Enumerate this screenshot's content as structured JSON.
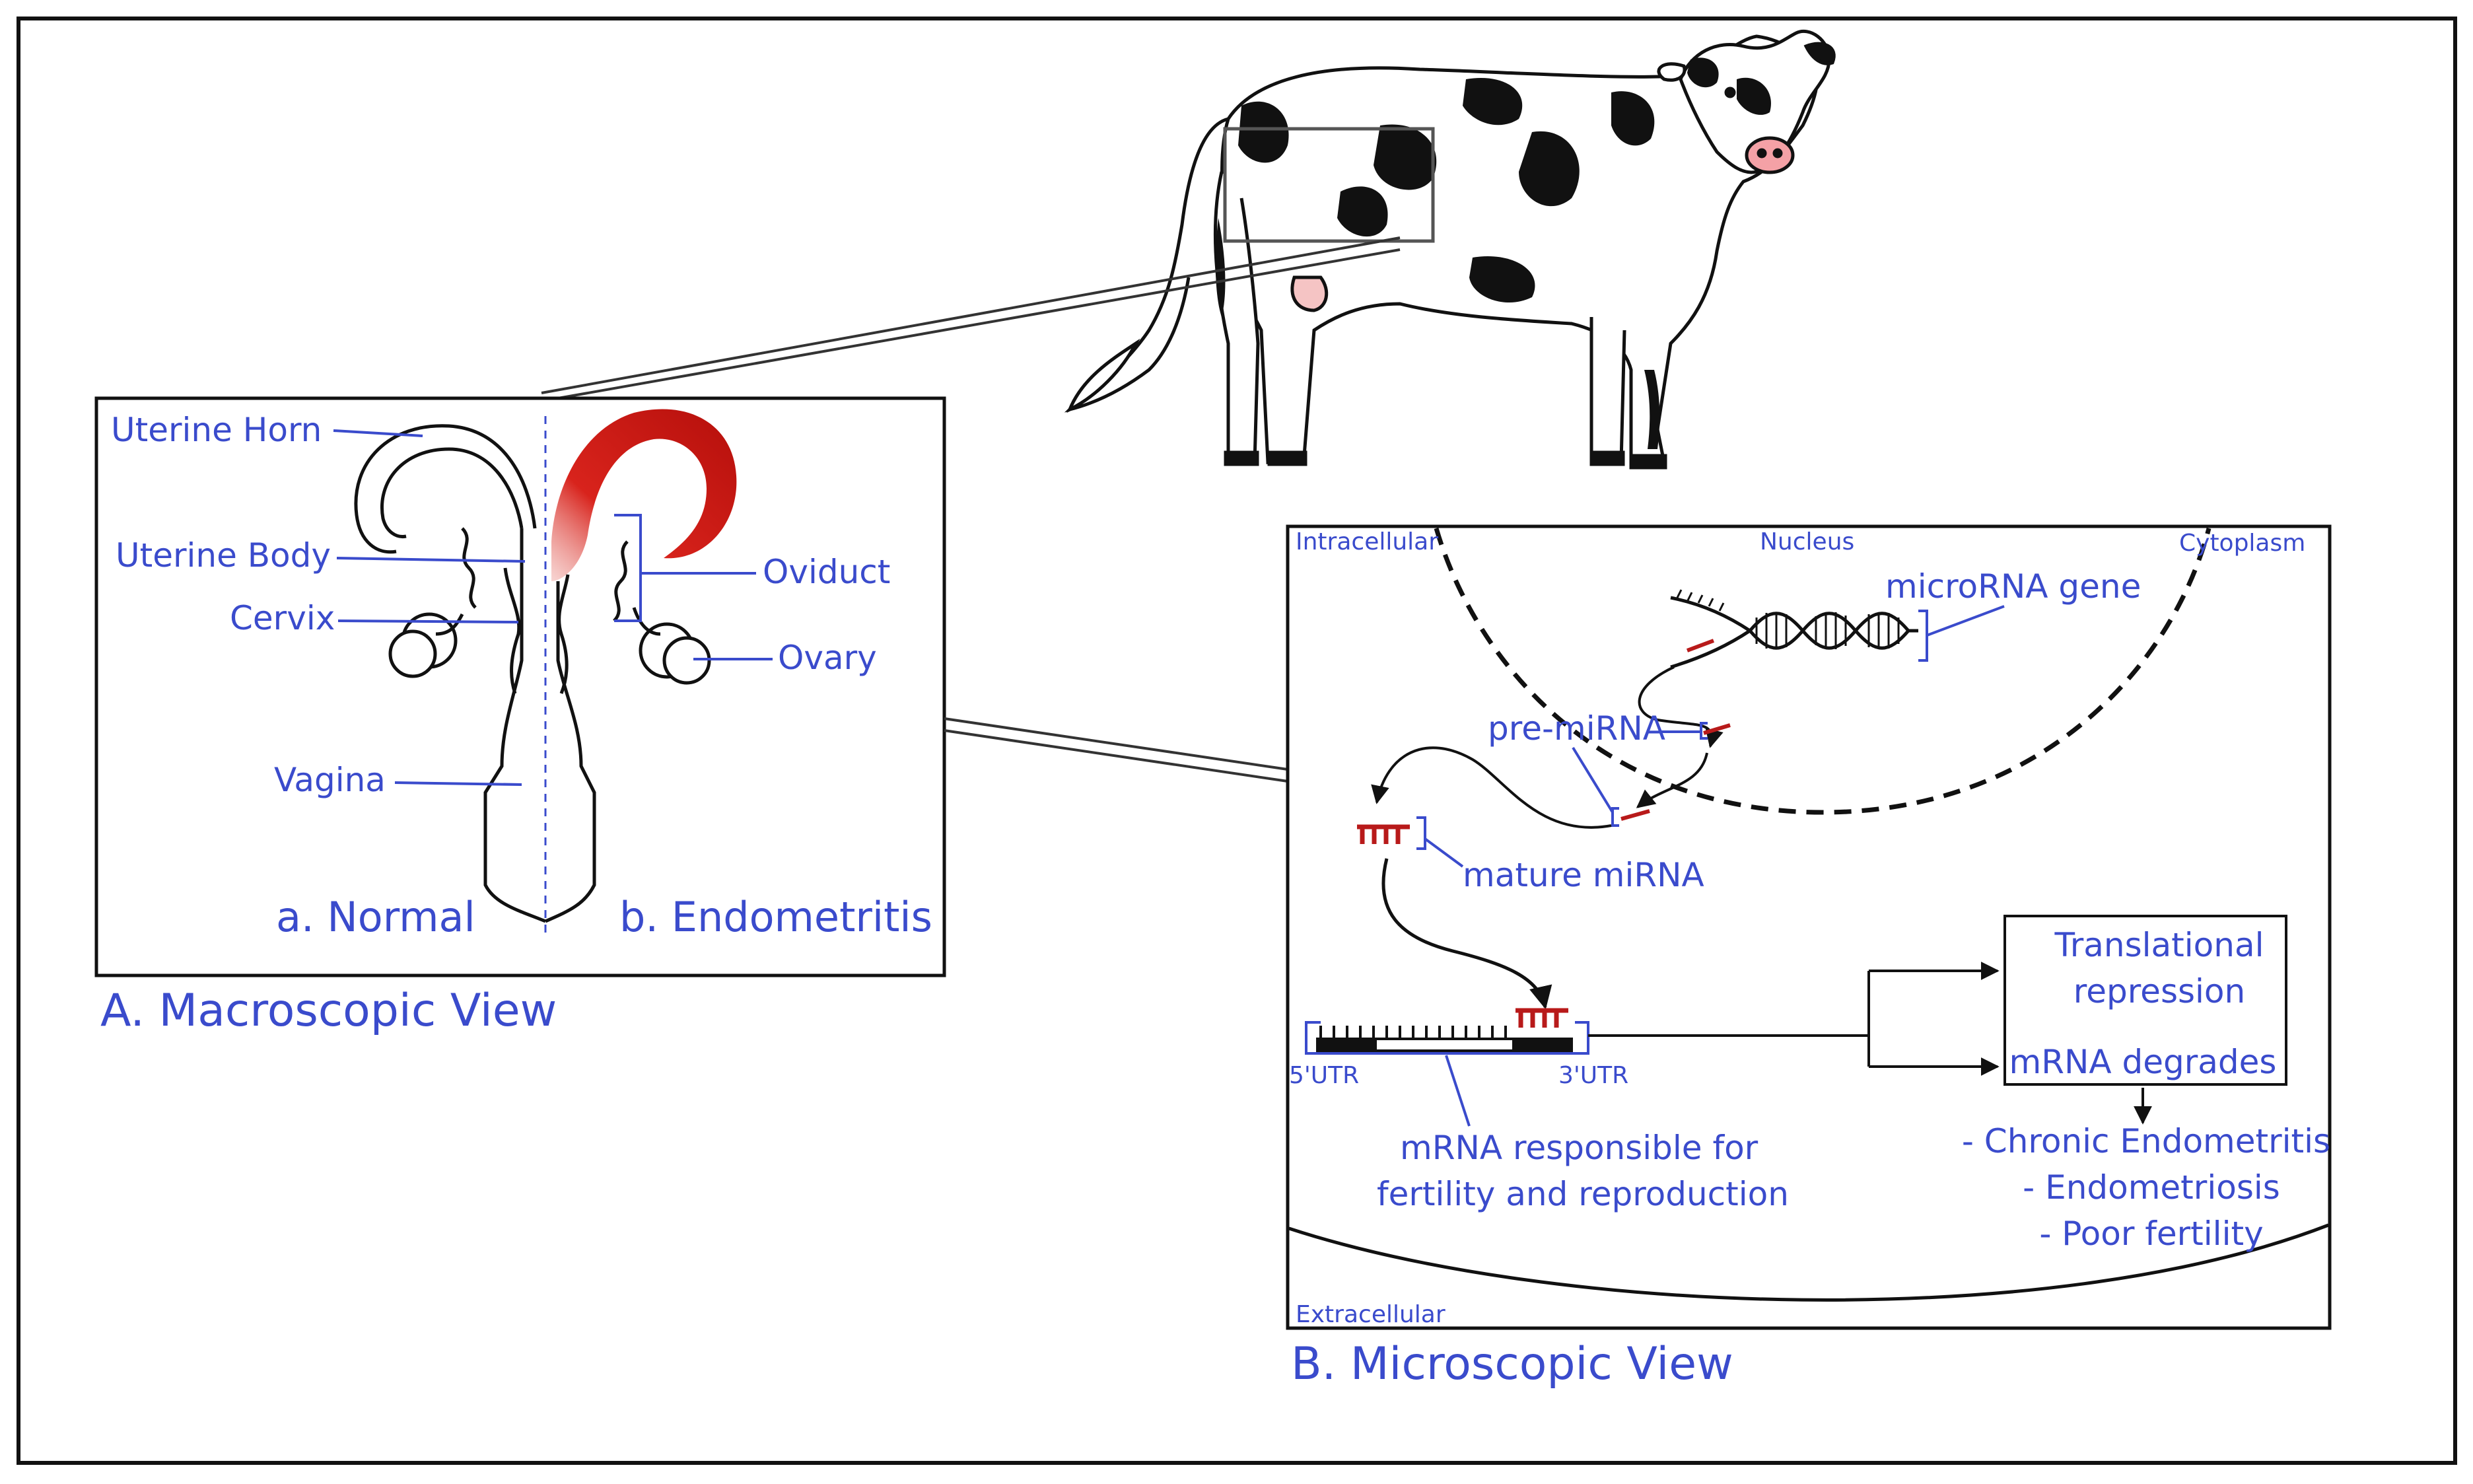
{
  "macroscopic": {
    "title": "A. Macroscopic View",
    "labels": {
      "uterine_horn": "Uterine Horn",
      "uterine_body": "Uterine Body",
      "cervix": "Cervix",
      "vagina": "Vagina",
      "oviduct": "Oviduct",
      "ovary": "Ovary"
    },
    "captions": {
      "normal": "a. Normal",
      "endometritis": "b. Endometritis"
    }
  },
  "microscopic": {
    "title": "B. Microscopic View",
    "regions": {
      "intracellular": "Intracellular",
      "nucleus": "Nucleus",
      "cytoplasm": "Cytoplasm",
      "extracellular": "Extracellular"
    },
    "labels": {
      "microrna_gene": "microRNA gene",
      "pre_mirna": "pre-miRNA",
      "mature_mirna": "mature miRNA",
      "utr5": "5'UTR",
      "utr3": "3'UTR",
      "mrna_line1": "mRNA responsible for",
      "mrna_line2": "fertility and reproduction"
    },
    "outcome_box": {
      "repression_line1": "Translational",
      "repression_line2": "repression",
      "degrades": "mRNA degrades"
    },
    "conditions": [
      "- Chronic Endometritis",
      "- Endometriosis",
      "- Poor fertility"
    ]
  },
  "colors": {
    "label_blue": "#3a4bcc",
    "inflamed_red": "#c8140f",
    "mirna_red": "#b81a1a"
  }
}
